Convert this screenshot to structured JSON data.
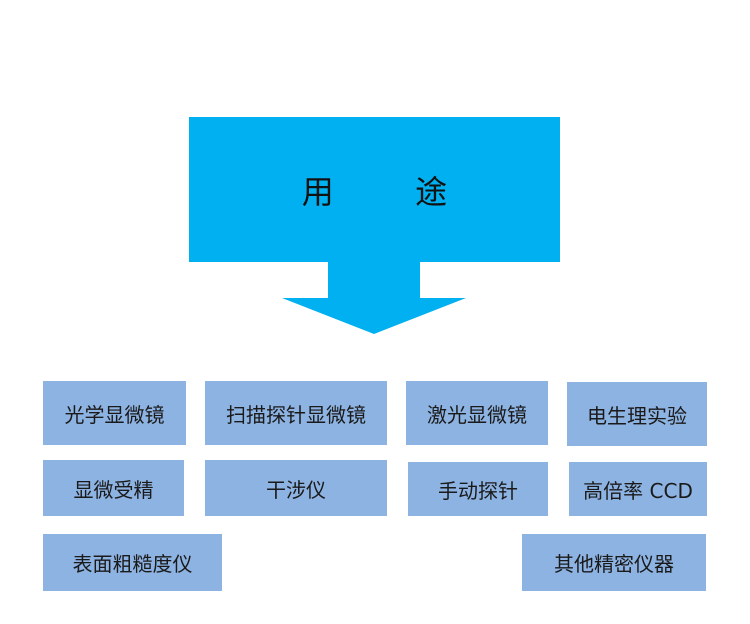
{
  "diagram": {
    "header": {
      "title": "用        途"
    },
    "row1": [
      "光学显微镜",
      "扫描探针显微镜",
      "激光显微镜",
      "电生理实验"
    ],
    "row2": [
      "显微受精",
      "干涉仪",
      "手动探针",
      "高倍率 CCD"
    ],
    "row3": [
      "表面粗糙度仪",
      "其他精密仪器"
    ]
  },
  "colors": {
    "arrow_fill": "#00B0F0",
    "box_fill": "#8DB3E2",
    "background": "#FFFFFF"
  }
}
